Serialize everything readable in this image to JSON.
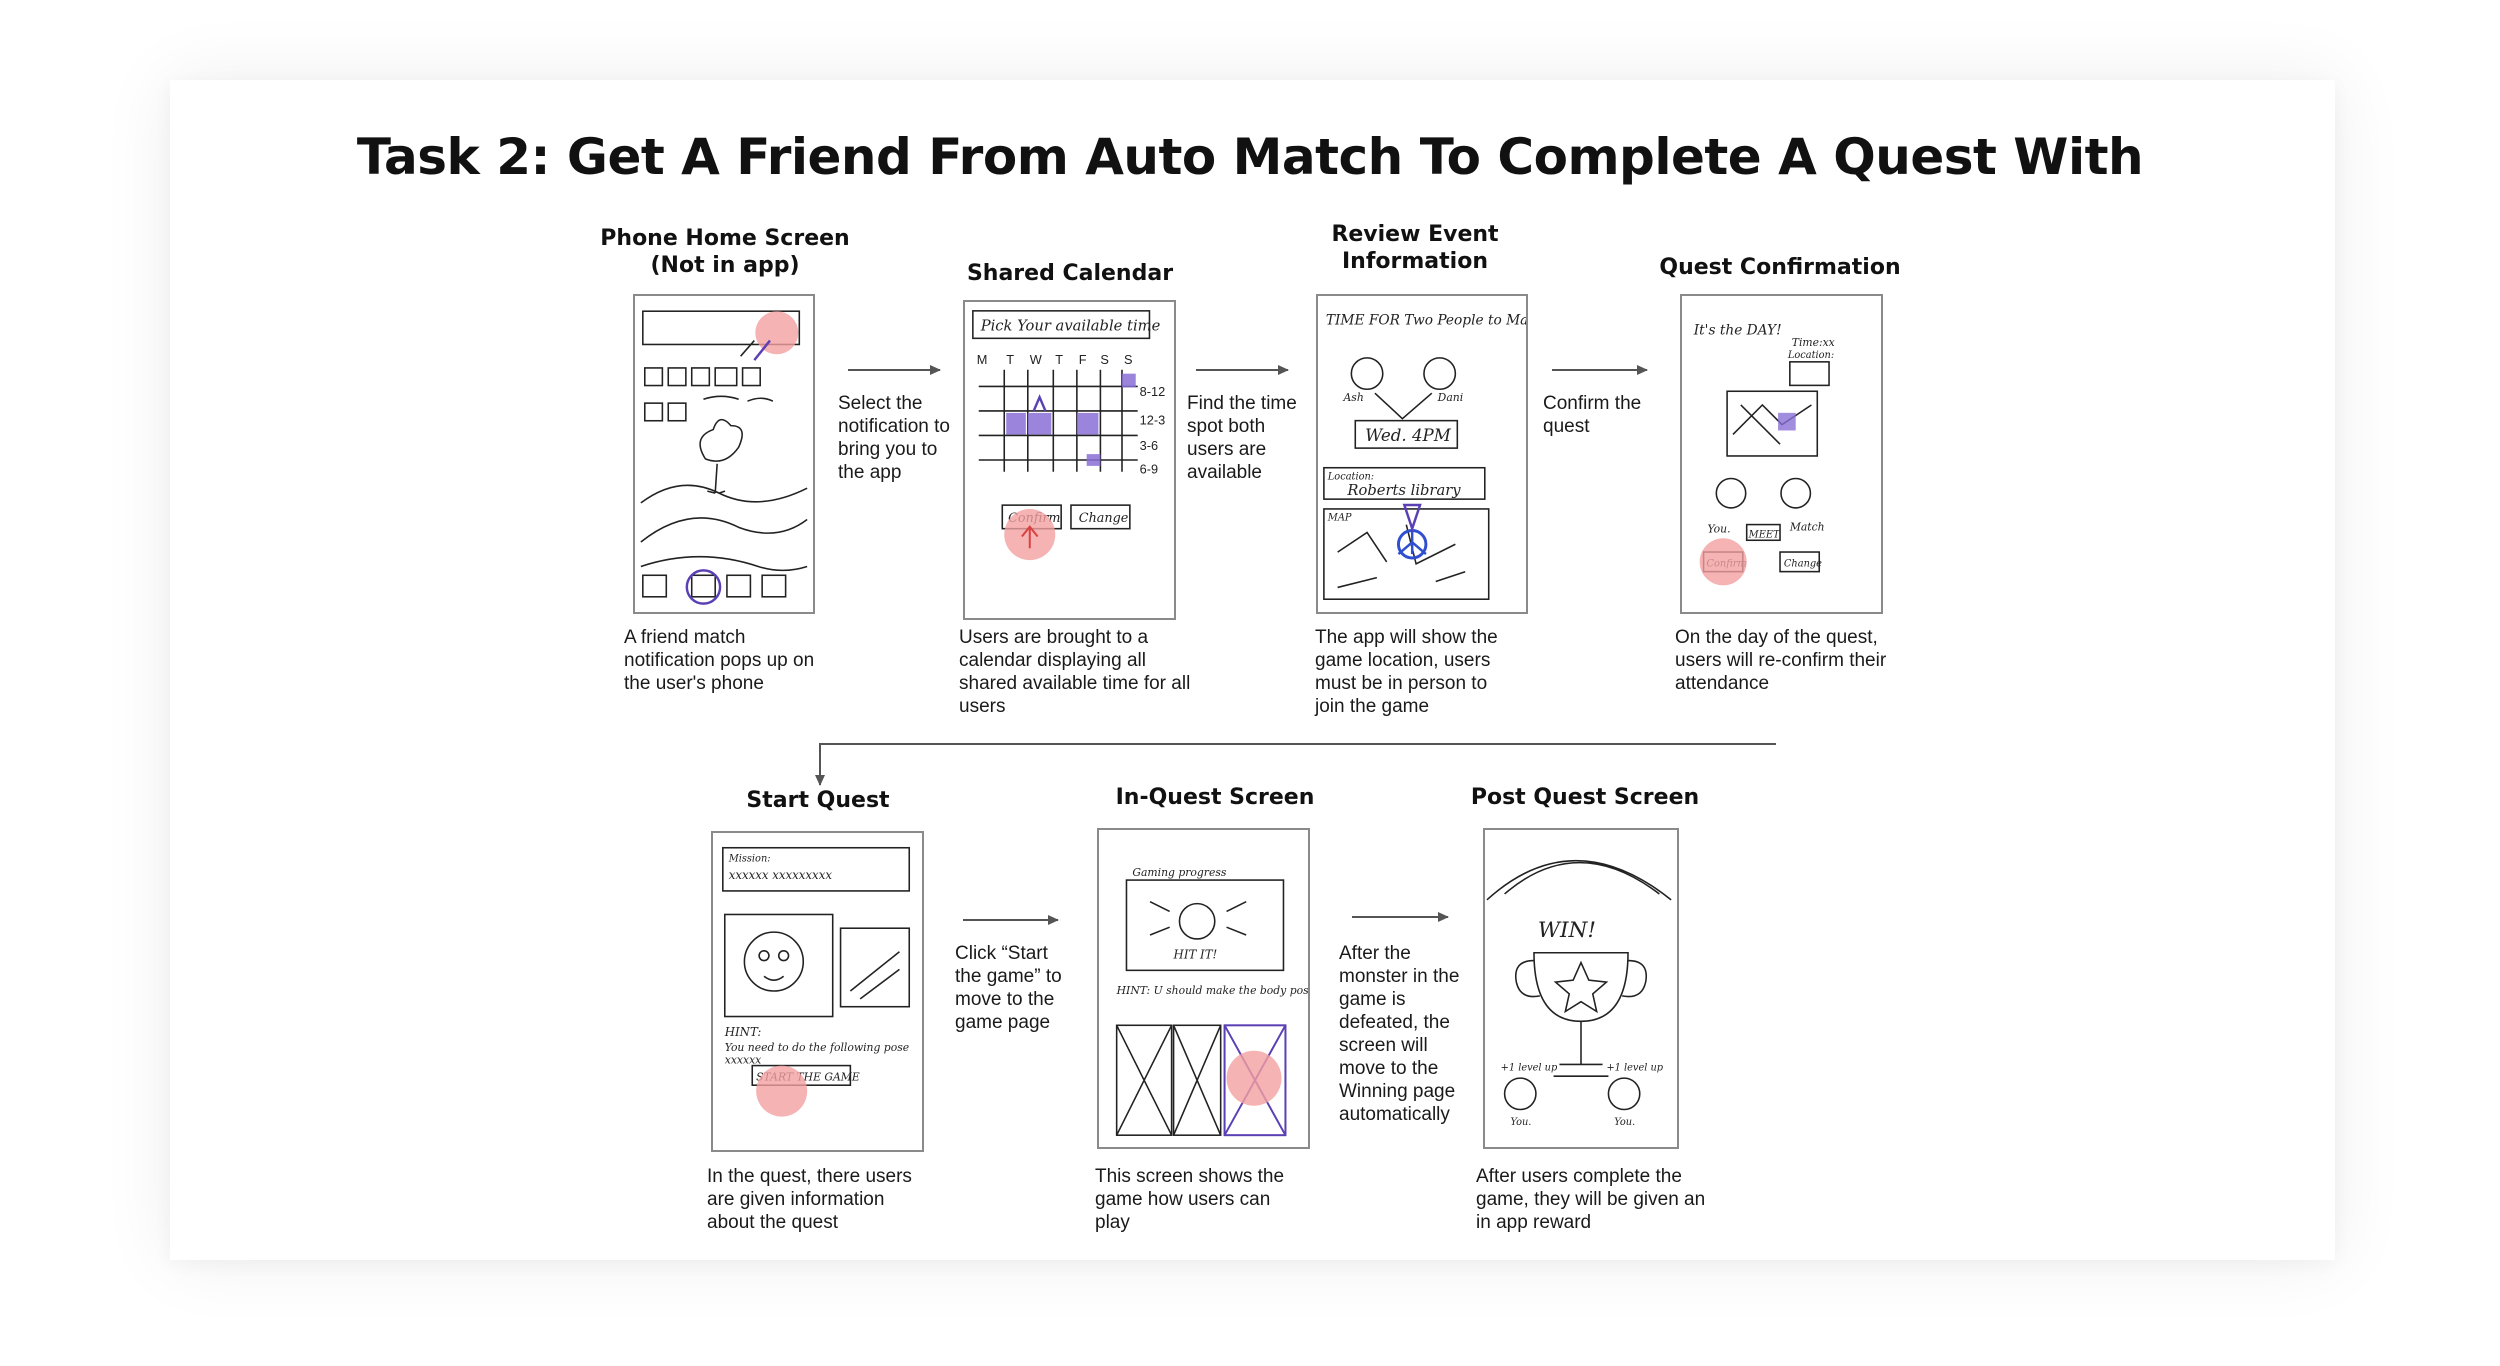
{
  "title": "Task 2: Get A Friend From Auto Match To Complete A Quest With",
  "colors": {
    "highlight": "#f4a0a0",
    "sketch_ink": "#222222",
    "accent_ink": "#5a3fb5",
    "blue_ink": "#2f4fd0",
    "arrow": "#555555"
  },
  "steps": [
    {
      "label_l1": "Phone Home Screen",
      "label_l2": "(Not in app)",
      "description": "A friend match notification pops up on the user's phone"
    },
    {
      "label_l1": "Shared Calendar",
      "description": "Users are brought to a calendar displaying all shared available time for all users"
    },
    {
      "label_l1": "Review Event",
      "label_l2": "Information",
      "description": "The app will show the game location, users must  be in person to join the game"
    },
    {
      "label_l1": "Quest Confirmation",
      "description": "On the day of the quest, users will re-confirm their attendance"
    },
    {
      "label_l1": "Start Quest",
      "description": "In the quest, there users are given information about the quest"
    },
    {
      "label_l1": "In-Quest Screen",
      "description": "This screen shows the game how users can play"
    },
    {
      "label_l1": "Post Quest Screen",
      "description": "After users complete the game, they will be given an in app reward"
    }
  ],
  "actions": [
    "Select the notification to bring you to the app",
    "Find the time spot both users are available",
    "Confirm the quest",
    "Click “Start the game” to move to the game page",
    "After the monster in the game is defeated, the screen will move to the Winning page automatically"
  ],
  "sketch_text": {
    "calendar_header": "Pick Your available time",
    "days": [
      "M",
      "T",
      "W",
      "T",
      "F",
      "S",
      "S"
    ],
    "time_slots": [
      "8-12",
      "12-3",
      "3-6",
      "6-9"
    ],
    "confirm": "Confirm",
    "change": "Change",
    "event_header": "TIME FOR Two People to Match",
    "person_a": "Ash",
    "person_b": "Dani",
    "event_time": "Wed. 4PM",
    "location_label": "Location:",
    "location_value": "Roberts library",
    "map_label": "MAP",
    "quest_day": "It's the DAY!",
    "time_label": "Time:xx",
    "location_short": "Location:",
    "you": "You.",
    "match": "Match",
    "meet": "MEET",
    "mission_label": "Mission:",
    "mission_text": "xxxxxx xxxxxxxxx",
    "hint_label": "HINT:",
    "hint_text": "You need to do the following pose",
    "hint_xs": "xxxxxx",
    "start_game": "START THE GAME",
    "gaming_progress": "Gaming progress",
    "hit_text": "HIT IT!",
    "in_hint": "HINT: U should make the body pose. xxxxx",
    "win": "WIN!",
    "level_up": "+1 level up",
    "you2": "You.",
    "you3": "You."
  }
}
